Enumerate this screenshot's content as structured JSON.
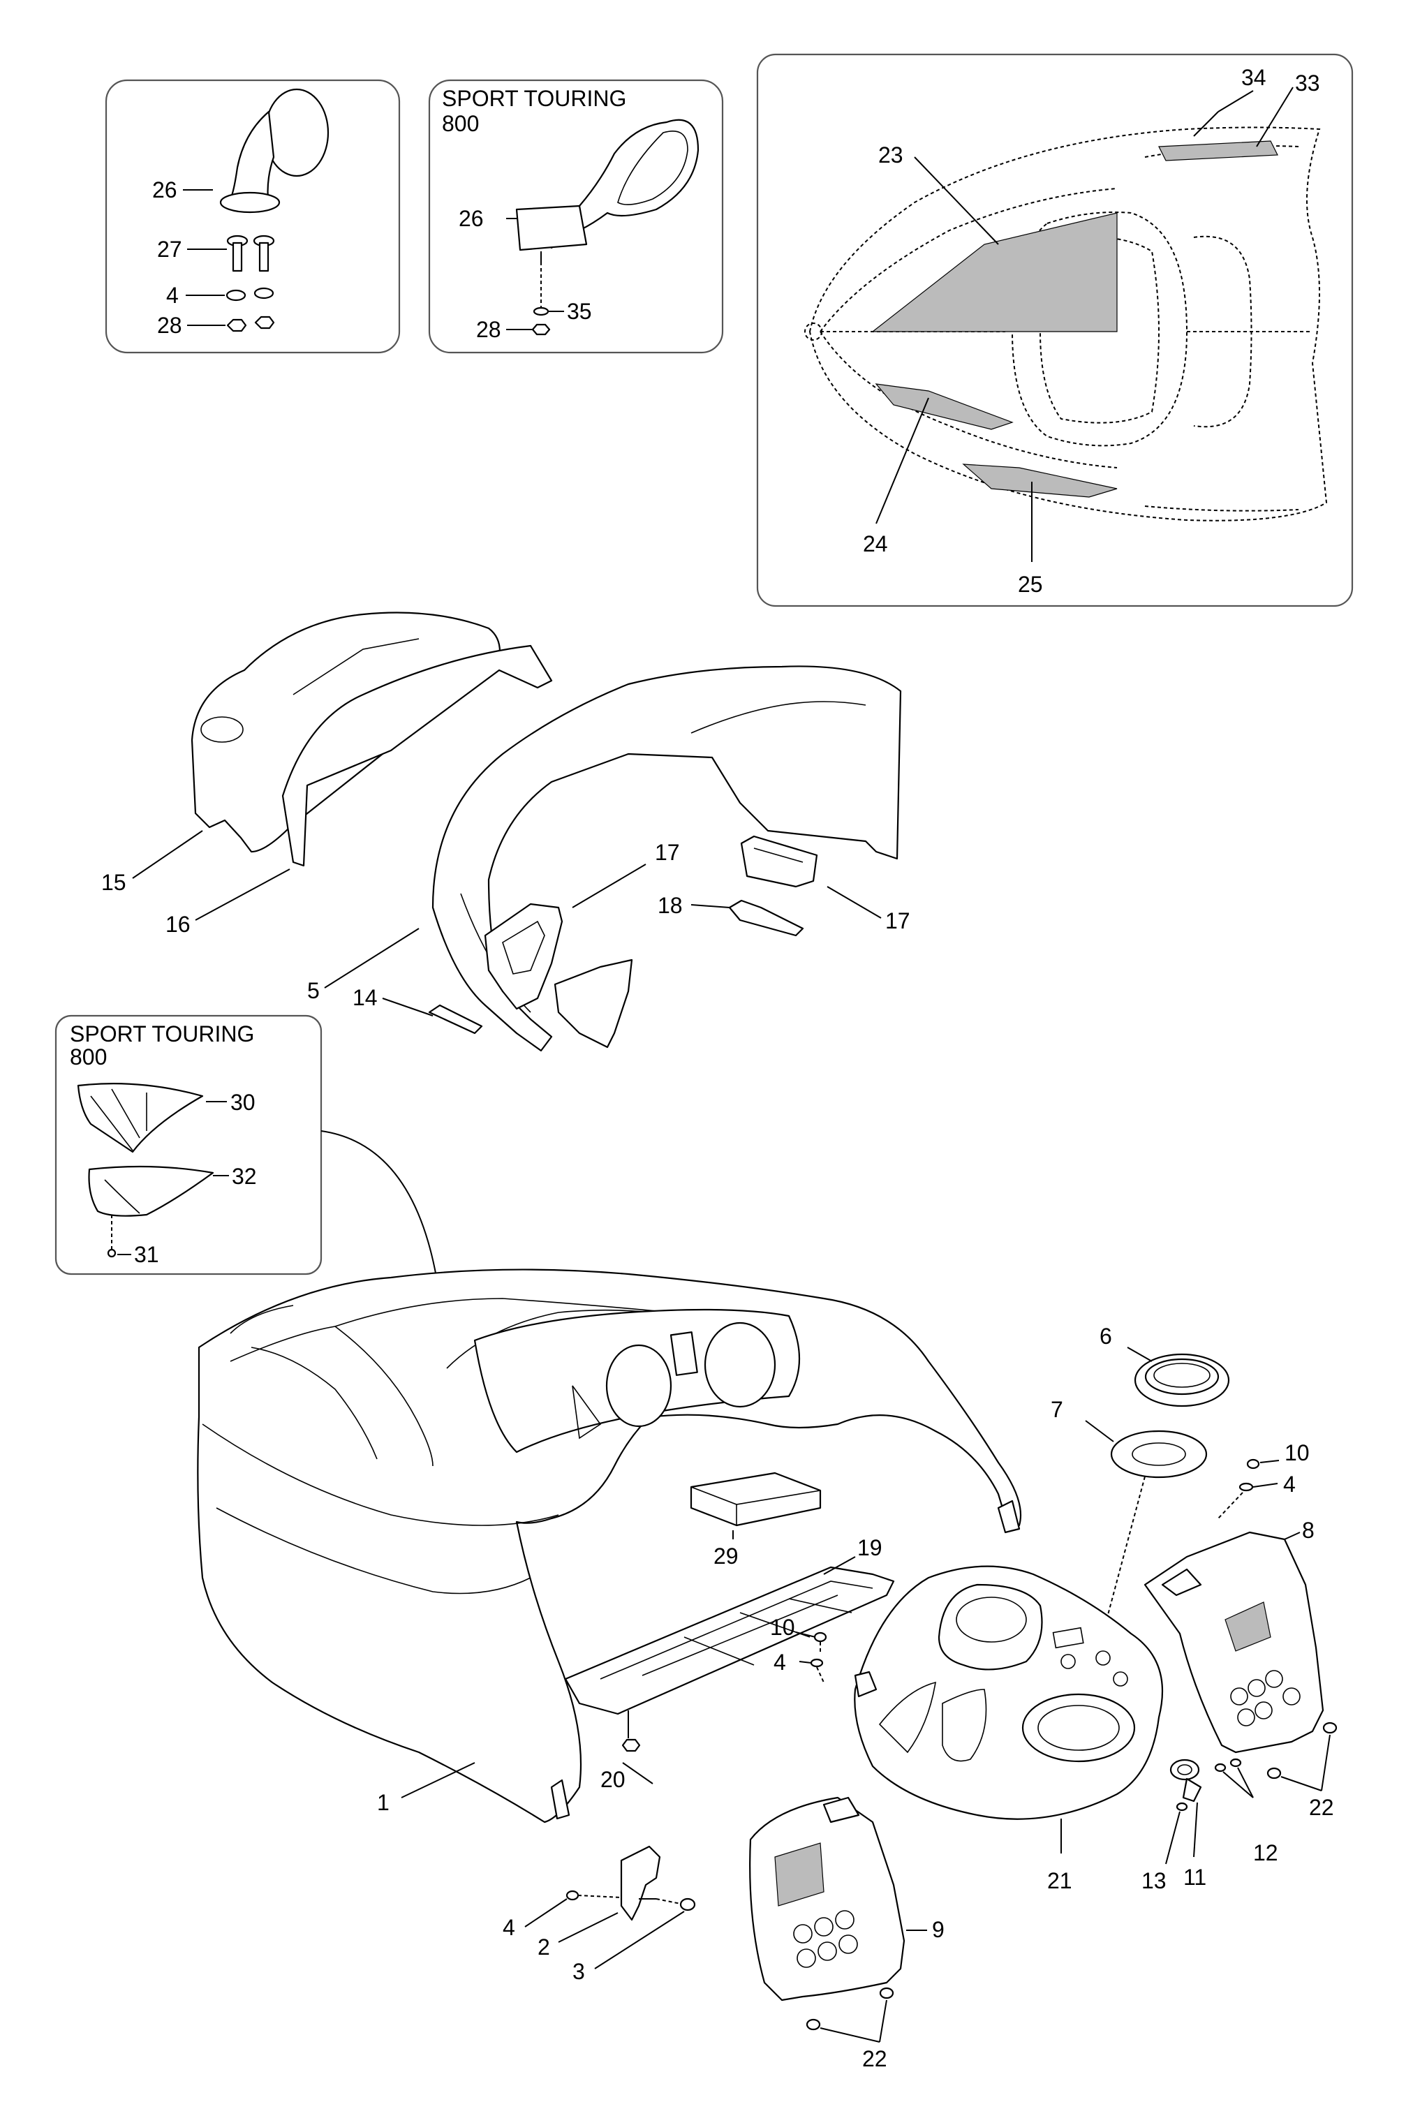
{
  "insets": {
    "mirror_standard": {
      "callouts": [
        "26",
        "27",
        "4",
        "28"
      ]
    },
    "mirror_sport_touring": {
      "title_line1": "SPORT TOURING",
      "title_line2": "800",
      "callouts": [
        "26",
        "28",
        "35"
      ]
    },
    "hood_top_view": {
      "callouts": [
        "34",
        "33",
        "23",
        "24",
        "25"
      ]
    },
    "visor_sport_touring": {
      "title_line1": "SPORT TOURING",
      "title_line2": "800",
      "callouts": [
        "30",
        "32",
        "31"
      ]
    }
  },
  "callouts": {
    "c15": "15",
    "c16": "16",
    "c5": "5",
    "c17a": "17",
    "c17b": "17",
    "c18": "18",
    "c14": "14",
    "c6": "6",
    "c7": "7",
    "c10a": "10",
    "c4a": "4",
    "c8": "8",
    "c29": "29",
    "c19": "19",
    "c10b": "10",
    "c4b": "4",
    "c20": "20",
    "c1": "1",
    "c21": "21",
    "c22a": "22",
    "c12": "12",
    "c13": "13",
    "c11": "11",
    "c9": "9",
    "c4c": "4",
    "c2": "2",
    "c3": "3",
    "c22b": "22"
  }
}
